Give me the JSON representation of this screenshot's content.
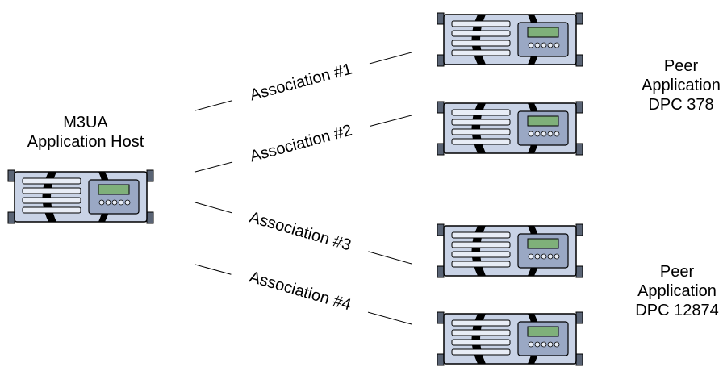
{
  "host": {
    "line1": "M3UA",
    "line2": "Application Host"
  },
  "peers": [
    {
      "line1": "Peer",
      "line2": "Application",
      "line3": "DPC 378"
    },
    {
      "line1": "Peer",
      "line2": "Application",
      "line3": "DPC 12874"
    }
  ],
  "associations": [
    {
      "label": "Association #1"
    },
    {
      "label": "Association #2"
    },
    {
      "label": "Association #3"
    },
    {
      "label": "Association #4"
    }
  ],
  "colors": {
    "server_face": "#c9d3e6",
    "server_dark": "#000000",
    "server_accent": "#9aa8c4",
    "display": "#7fb07a"
  }
}
